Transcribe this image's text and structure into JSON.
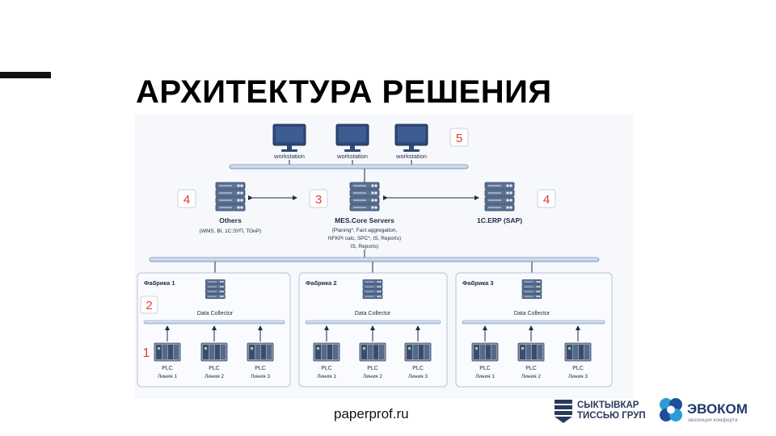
{
  "title": "АРХИТЕКТУРА РЕШЕНИЯ",
  "footer_url": "paperprof.ru",
  "colors": {
    "accent": "#e53935",
    "line": "#3f5e89",
    "bus": "#c9d7ec",
    "box_border": "#b5c3da",
    "text": "#1f2a44"
  },
  "diagram": {
    "workstations": [
      {
        "label": "workstation"
      },
      {
        "label": "workstation"
      },
      {
        "label": "workstation"
      }
    ],
    "badges": [
      "5",
      "4",
      "3",
      "4",
      "2",
      "1"
    ],
    "servers": {
      "others": {
        "name": "Others",
        "desc": "(WMS, BI, 1С:ЗУП, ТОиР)"
      },
      "mes": {
        "name": "MES.Core Servers",
        "desc1": "(Planing*, Fact aggregation,",
        "desc2": "NFKPI calc, SPC*, IS, Reports)",
        "desc3": "IS, Reports)"
      },
      "erp": {
        "name": "1C.ERP (SAP)"
      }
    },
    "factories": [
      {
        "name": "Фабрика 1",
        "collector": "Data Collector",
        "plcs": [
          {
            "label": "PLC",
            "line": "Линия 1"
          },
          {
            "label": "PLC",
            "line": "Линия 2"
          },
          {
            "label": "PLC",
            "line": "Линия 3"
          }
        ]
      },
      {
        "name": "Фабрика 2",
        "collector": "Data Collector",
        "plcs": [
          {
            "label": "PLC",
            "line": "Линия 1"
          },
          {
            "label": "PLC",
            "line": "Линия 2"
          },
          {
            "label": "PLC",
            "line": "Линия 3"
          }
        ]
      },
      {
        "name": "Фабрика 3",
        "collector": "Data Collector",
        "plcs": [
          {
            "label": "PLC",
            "line": "Линия 1"
          },
          {
            "label": "PLC",
            "line": "Линия 2"
          },
          {
            "label": "PLC",
            "line": "Линия 3"
          }
        ]
      }
    ]
  },
  "logos": {
    "syktyvkar": {
      "line1": "СЫКТЫВКАР",
      "line2": "ТИССЬЮ ГРУП"
    },
    "evokom": {
      "name": "ЭВОКОМ",
      "tagline": "эволюция комфорта"
    }
  }
}
